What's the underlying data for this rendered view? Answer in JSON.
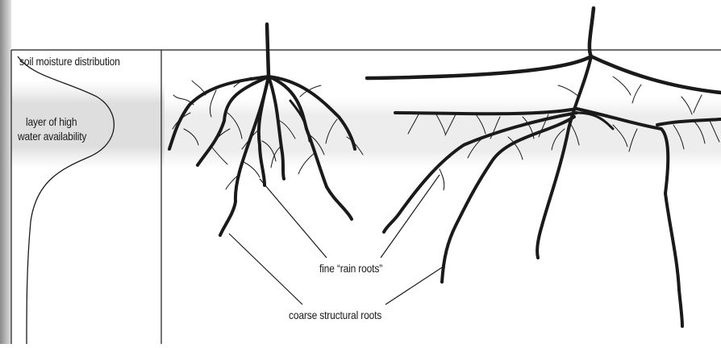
{
  "panel_labels": {
    "moisture": "soil moisture distribution",
    "layer_line1": "layer of high",
    "layer_line2": "water availability"
  },
  "root_labels": {
    "fine": "fine “rain roots”",
    "coarse": "coarse structural roots"
  },
  "colors": {
    "ink": "#1a1a1a",
    "wet_layer": "#d7d7d7",
    "left_edge": "#9a9a9a"
  }
}
